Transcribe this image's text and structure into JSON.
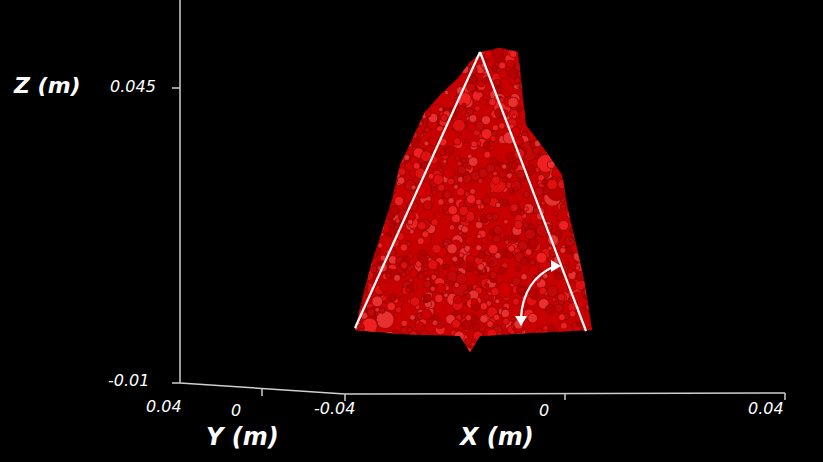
{
  "diagram": {
    "labels": [
      "Z (m)",
      "0.045",
      "-0.01",
      "0.04",
      "0",
      "Y (m)",
      "-0.04",
      "0",
      "X (m)",
      "0.04"
    ]
  }
}
